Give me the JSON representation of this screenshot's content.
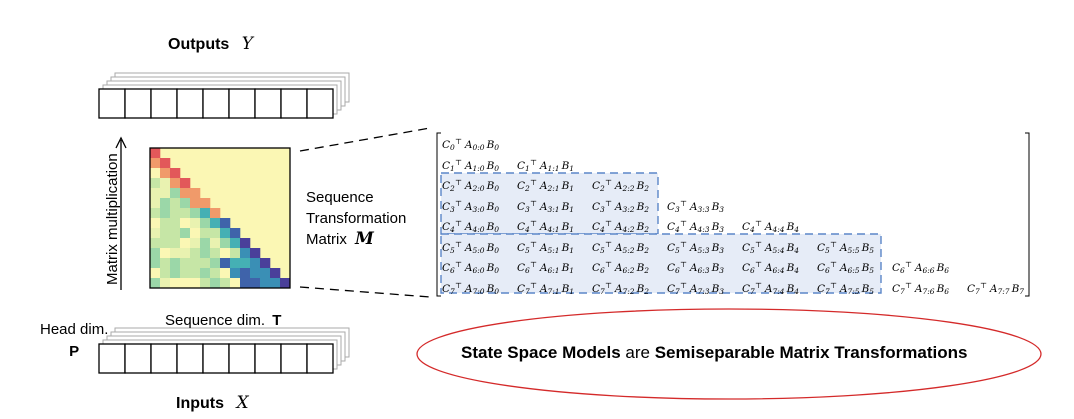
{
  "outputs": {
    "label": "Outputs",
    "symbol": "Y"
  },
  "inputs": {
    "label": "Inputs",
    "symbol": "X"
  },
  "axis_label": "Matrix multiplication",
  "matrix_label": {
    "line1": "Sequence",
    "line2": "Transformation",
    "line3": "Matrix",
    "symbol": "M"
  },
  "seq_dim": {
    "text": "Sequence dim.",
    "symbol": "T"
  },
  "head_dim": {
    "text": "Head dim.",
    "symbol": "P"
  },
  "ellipse": {
    "part1": "State Space Models",
    "part2": "are",
    "part3": "Semiseparable Matrix Transformations"
  },
  "matrix_entries_rows": 8,
  "colors": {
    "ellipse_stroke": "#d42a2a",
    "dashed_box": "#5b86c8",
    "box_fill": "#e6ecf7",
    "heatmap_bg": "#fbf7b4"
  }
}
